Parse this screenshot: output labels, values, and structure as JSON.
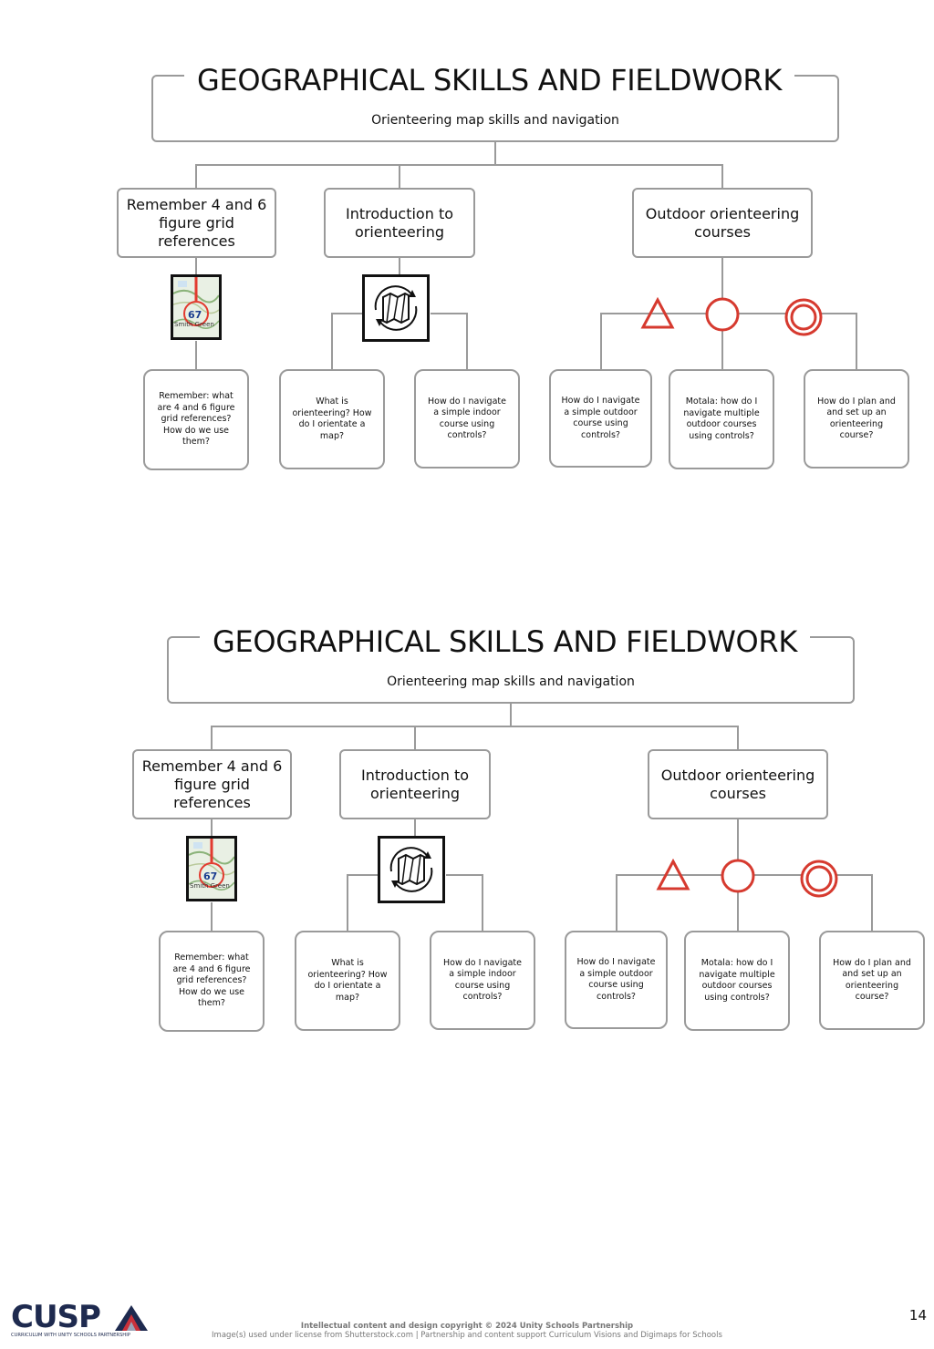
{
  "diagrams": [
    {
      "title": "GEOGRAPHICAL SKILLS AND FIELDWORK",
      "subtitle": "Orienteering map skills and navigation",
      "topics": [
        "Remember 4 and 6 figure grid references",
        "Introduction to orienteering",
        "Outdoor orienteering courses"
      ],
      "questions": [
        "Remember: what are 4 and 6 figure grid references? How do we use them?",
        "What is orienteering? How do I orientate a map?",
        "How do I navigate a simple indoor course using controls?",
        "How do I navigate a simple outdoor course using controls?",
        "Motala: how do I navigate multiple outdoor courses using controls?",
        "How do I plan and and set up an orienteering course?"
      ],
      "map_icon": {
        "number": "67",
        "place": "Smith Green"
      }
    },
    {
      "title": "GEOGRAPHICAL SKILLS AND FIELDWORK",
      "subtitle": "Orienteering map skills and navigation",
      "topics": [
        "Remember 4 and 6 figure grid references",
        "Introduction to orienteering",
        "Outdoor orienteering courses"
      ],
      "questions": [
        "Remember: what are 4 and 6 figure grid references? How do we use them?",
        "What is orienteering? How do I orientate a map?",
        "How do I navigate a simple indoor course using controls?",
        "How do I navigate a simple outdoor course using controls?",
        "Motala: how do I navigate multiple outdoor courses using controls?",
        "How do I plan and and set up an orienteering course?"
      ],
      "map_icon": {
        "number": "67",
        "place": "Smith Green"
      }
    }
  ],
  "colors": {
    "border": "#9a9a9a",
    "control_red": "#d63a2f",
    "logo_navy": "#1e2a4f"
  },
  "footer": {
    "logo_text": "CUSP",
    "logo_tagline": "CURRICULUM WITH UNITY SCHOOLS PARTNERSHIP",
    "copyright": "Intellectual content and design copyright © 2024 Unity Schools Partnership",
    "credits": "Image(s) used under license from Shutterstock.com  |  Partnership and content support Curriculum Visions and Digimaps for Schools",
    "page_number": "14"
  }
}
